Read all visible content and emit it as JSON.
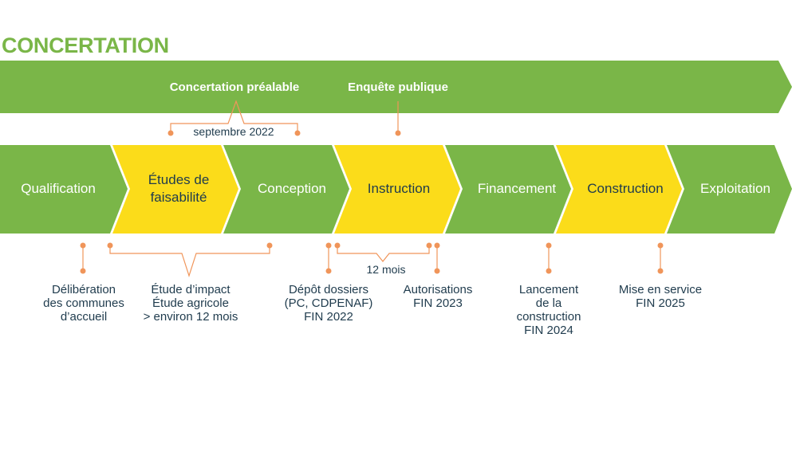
{
  "title": "CONCERTATION",
  "colors": {
    "green": "#7ab648",
    "yellow": "#fbdc1a",
    "orange": "#f0955a",
    "navy": "#1f3b4d"
  },
  "top_band": {
    "labels": [
      "Concertation préalable",
      "Enquête publique"
    ],
    "period": "septembre 2022"
  },
  "steps": [
    {
      "label": "Qualification",
      "color": "green"
    },
    {
      "label": "Études de faisabilité",
      "color": "yellow"
    },
    {
      "label": "Conception",
      "color": "green"
    },
    {
      "label": "Instruction",
      "color": "yellow"
    },
    {
      "label": "Financement",
      "color": "green"
    },
    {
      "label": "Construction",
      "color": "yellow"
    },
    {
      "label": "Exploitation",
      "color": "green"
    }
  ],
  "duration_12": "12 mois",
  "milestones": [
    {
      "lines": [
        "Délibération",
        "des communes",
        "d’accueil"
      ]
    },
    {
      "lines": [
        "Étude d’impact",
        "Étude agricole",
        "> environ 12 mois"
      ]
    },
    {
      "lines": [
        "Dépôt dossiers",
        "(PC, CDPENAF)",
        "FIN 2022"
      ]
    },
    {
      "lines": [
        "Autorisations",
        "FIN 2023"
      ]
    },
    {
      "lines": [
        "Lancement",
        "de la",
        "construction",
        "FIN 2024"
      ]
    },
    {
      "lines": [
        "Mise en service",
        "FIN 2025"
      ]
    }
  ]
}
